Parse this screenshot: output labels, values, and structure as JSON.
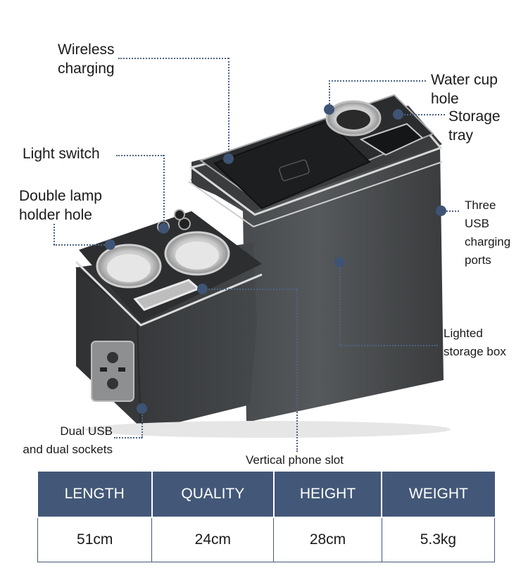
{
  "labels": {
    "wireless_charging": "Wireless\ncharging",
    "water_cup_hole": "Water cup\nhole",
    "storage_tray": "Storage\ntray",
    "light_switch": "Light switch",
    "double_lamp_holder_hole": "Double lamp\nholder hole",
    "three_usb_charging_ports": "Three\nUSB\ncharging\nports",
    "lighted_storage_box": "Lighted\nstorage box",
    "dual_usb_and_dual_sockets": "Dual USB\nand dual sockets",
    "vertical_phone_slot": "Vertical phone slot"
  },
  "specs": {
    "headers": [
      "LENGTH",
      "QUALITY",
      "HEIGHT",
      "WEIGHT"
    ],
    "values": [
      "51cm",
      "24cm",
      "28cm",
      "5.3kg"
    ]
  },
  "colors": {
    "callout_dot": "#3f5474",
    "table_header": "#435878",
    "product_body": "#4b4e50"
  }
}
